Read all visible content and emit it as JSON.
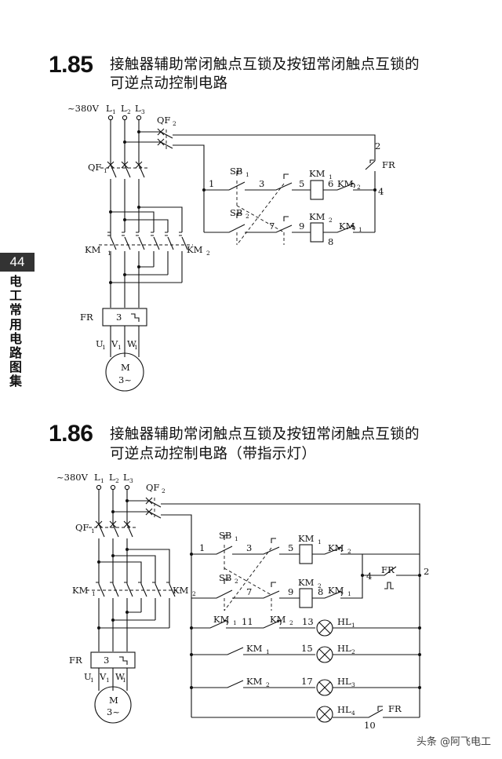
{
  "sections": [
    {
      "number": "1.85",
      "title_line1": "接触器辅助常闭触点互锁及按钮常闭触点互锁的",
      "title_line2": "可逆点动控制电路"
    },
    {
      "number": "1.86",
      "title_line1": "接触器辅助常闭触点互锁及按钮常闭触点互锁的",
      "title_line2": "可逆点动控制电路（带指示灯）"
    }
  ],
  "page_number": "44",
  "book_title": "电工常用电路图集",
  "watermark": "头条 @阿飞电工",
  "labels": {
    "voltage": "~380V",
    "L1": "L",
    "L2": "L",
    "L3": "L",
    "s1": "1",
    "s2": "2",
    "s3": "3",
    "QF": "QF",
    "SB": "SB",
    "KM": "KM",
    "FR": "FR",
    "HL": "HL",
    "U": "U",
    "V": "V",
    "W": "W",
    "M": "M",
    "phase": "3~",
    "three": "3",
    "n1": "1",
    "n2": "2",
    "n3": "3",
    "n4": "4",
    "n5": "5",
    "n6": "6",
    "n7": "7",
    "n8": "8",
    "n9": "9",
    "n10": "10",
    "n11": "11",
    "n13": "13",
    "n15": "15",
    "n17": "17"
  }
}
